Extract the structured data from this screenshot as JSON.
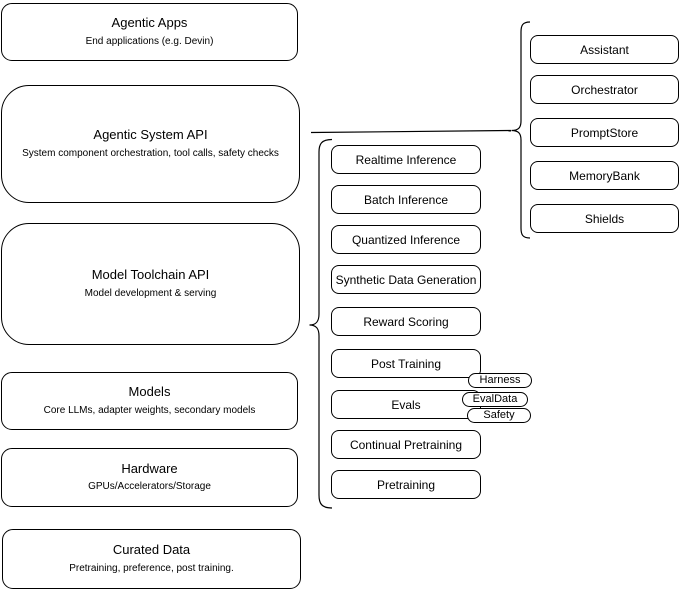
{
  "diagram": {
    "left_stack": [
      {
        "title": "Agentic Apps",
        "subtitle": "End applications (e.g. Devin)"
      },
      {
        "title": "Agentic System API",
        "subtitle": "System component orchestration, tool calls, safety checks"
      },
      {
        "title": "Model Toolchain API",
        "subtitle": "Model development & serving"
      },
      {
        "title": "Models",
        "subtitle": "Core LLMs, adapter weights, secondary models"
      },
      {
        "title": "Hardware",
        "subtitle": "GPUs/Accelerators/Storage"
      },
      {
        "title": "Curated Data",
        "subtitle": "Pretraining, preference, post training."
      }
    ],
    "toolchain_components": [
      "Realtime Inference",
      "Batch Inference",
      "Quantized Inference",
      "Synthetic Data Generation",
      "Reward Scoring",
      "Post Training",
      "Evals",
      "Continual Pretraining",
      "Pretraining"
    ],
    "eval_tags": [
      "Harness",
      "EvalData",
      "Safety"
    ],
    "system_components": [
      "Assistant",
      "Orchestrator",
      "PromptStore",
      "MemoryBank",
      "Shields"
    ],
    "colors": {
      "stroke": "#000000",
      "fill": "#ffffff",
      "text": "#000000"
    }
  }
}
